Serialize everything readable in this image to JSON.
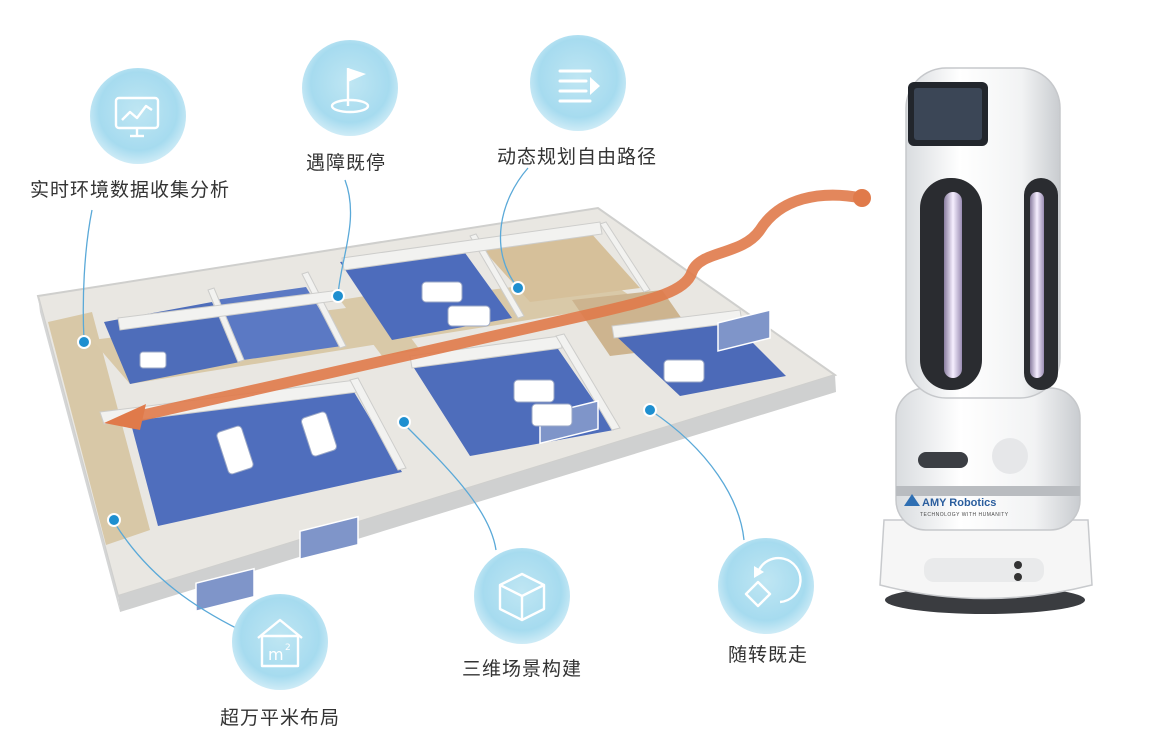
{
  "features": {
    "data_collection": "实时环境数据收集分析",
    "obstacle_stop": "遇障既停",
    "path_planning": "动态规划自由路径",
    "scene_3d": "三维场景构建",
    "area_layout": "超万平米布局",
    "follow_walk": "随转既走"
  },
  "icons": {
    "data_collection": "monitor-chart-icon",
    "obstacle_stop": "flag-icon",
    "path_planning": "route-list-icon",
    "scene_3d": "cube-icon",
    "area_layout": "square-meter-house-icon",
    "follow_walk": "rotate-diamond-icon"
  },
  "robot": {
    "brand": "AMY Robotics",
    "tagline": "TECHNOLOGY WITH HUMANITY"
  },
  "colors": {
    "accent_blue": "#1e8fd0",
    "path_orange": "#e07a4a",
    "bubble_blue": "#a6dbef",
    "floor_blue": "#4f6fbd"
  }
}
